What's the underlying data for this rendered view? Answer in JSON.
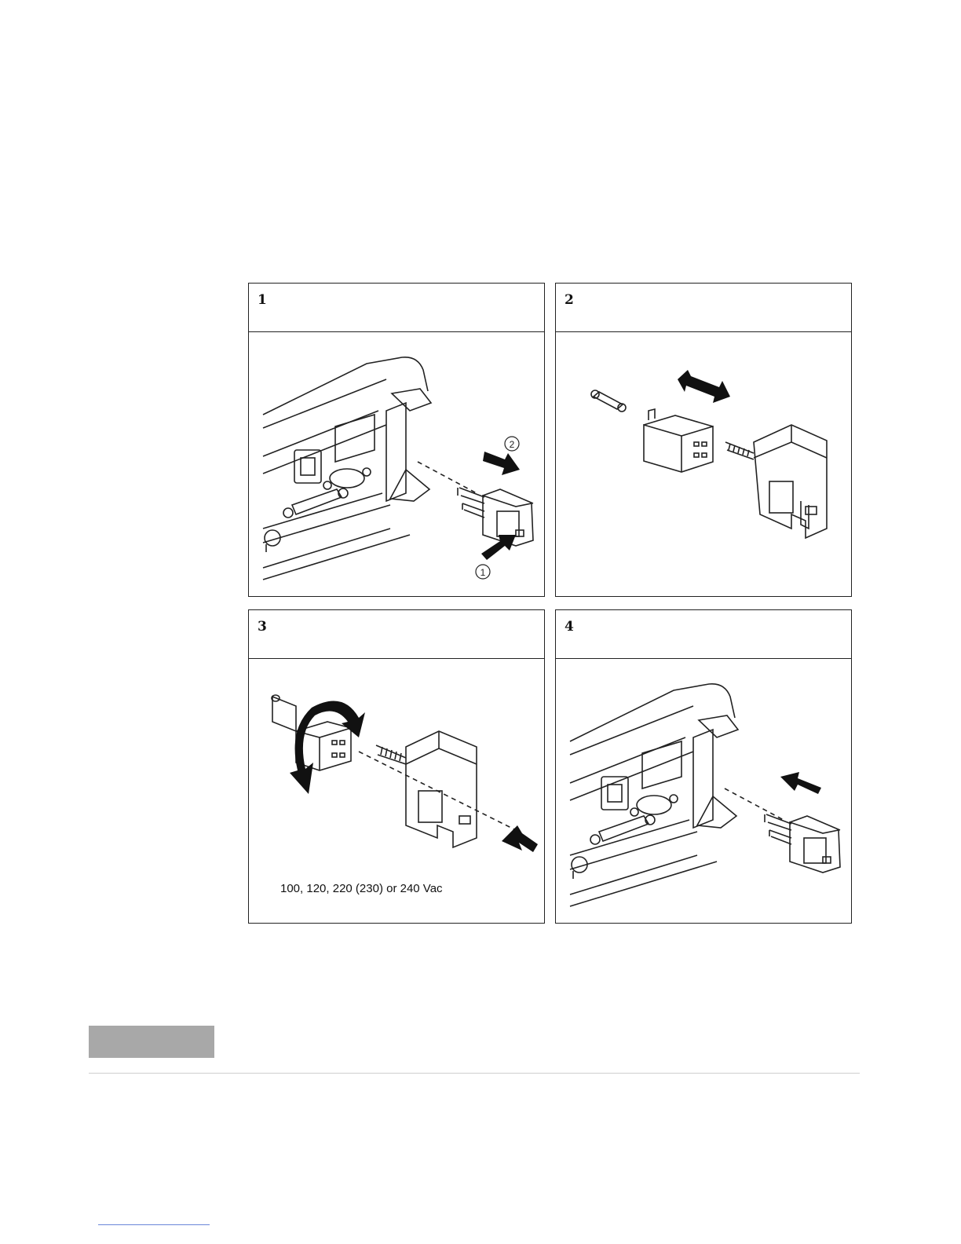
{
  "panels": [
    {
      "number": "1",
      "callouts": [
        "1",
        "2"
      ]
    },
    {
      "number": "2"
    },
    {
      "number": "3",
      "label": "100, 120, 220 (230) or 240 Vac"
    },
    {
      "number": "4"
    }
  ],
  "colors": {
    "line": "#222222",
    "arrow": "#111111",
    "tab": "#a8a8a8",
    "rule": "#cfcfcf",
    "footer_rule": "#6a86d8"
  }
}
